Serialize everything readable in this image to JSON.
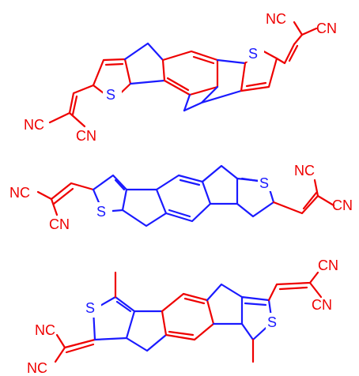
{
  "colors": {
    "red": "#ee0000",
    "blue": "#1a1aff",
    "background": "#ffffff"
  },
  "molecules": [
    {
      "labels": {
        "nc_left": "NC",
        "cn_left": "CN",
        "s1": "S",
        "s2": "S",
        "nc_right": "NC",
        "cn_right": "CN"
      }
    },
    {
      "labels": {
        "nc_left": "NC",
        "cn_left": "CN",
        "s1": "S",
        "s2": "S",
        "nc_right": "NC",
        "cn_right": "CN"
      }
    },
    {
      "labels": {
        "nc_left": "NC",
        "nc_left2": "NC",
        "s1": "S",
        "s2": "S",
        "cn_right": "CN",
        "cn_right2": "CN"
      }
    }
  ]
}
